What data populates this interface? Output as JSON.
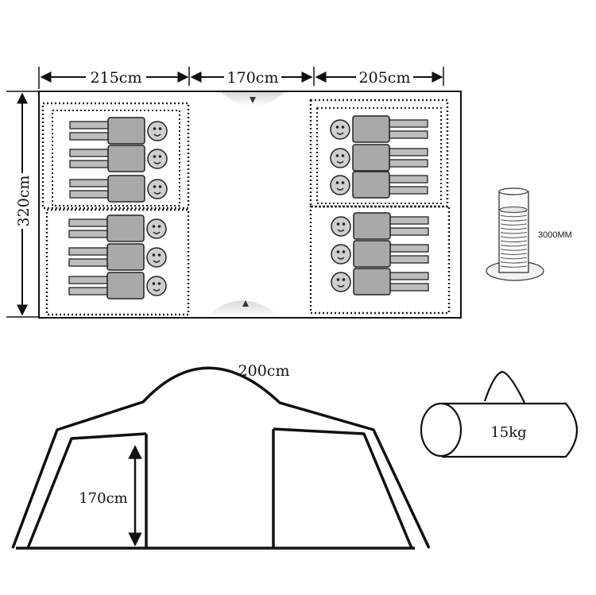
{
  "floor_plan": {
    "width_labels": [
      "215cm",
      "170cm",
      "205cm"
    ],
    "depth_label": "320cm"
  },
  "waterproof": {
    "label": "3000MM"
  },
  "side_view": {
    "top_label": "200cm",
    "height_label": "170cm"
  },
  "bag": {
    "weight_label": "15kg"
  },
  "occupancy": {
    "sleepers_per_room": 3,
    "room_count": 4
  }
}
